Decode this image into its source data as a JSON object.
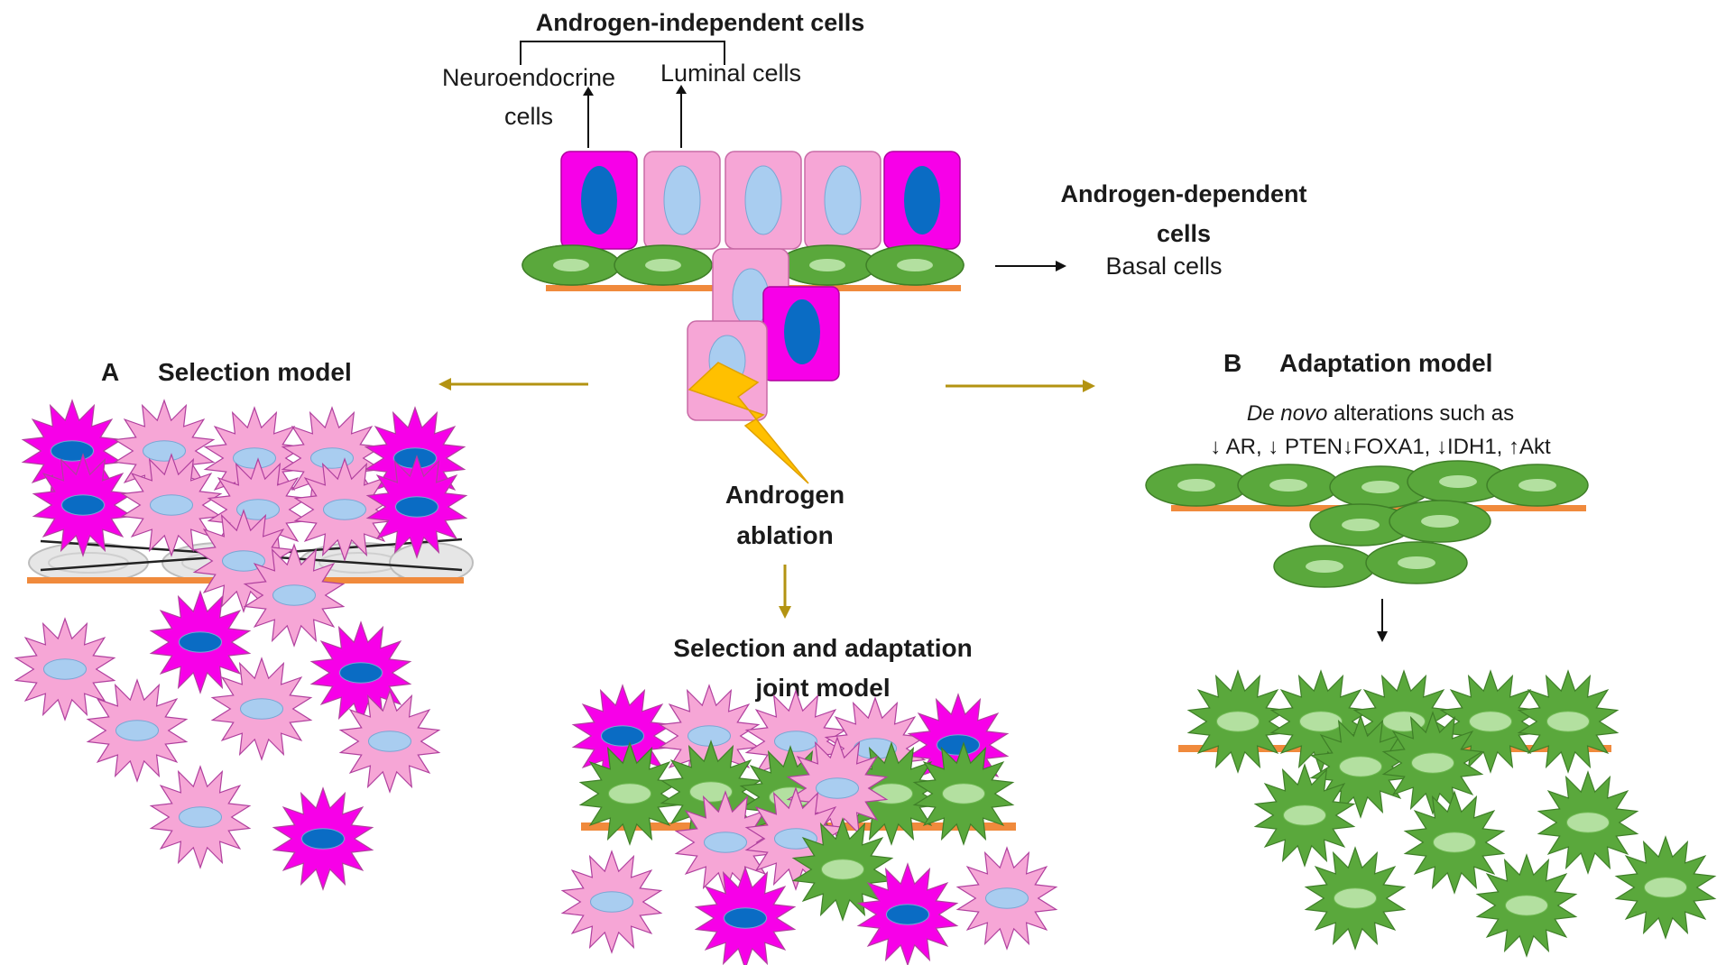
{
  "labels": {
    "androgen_independent": "Androgen-independent cells",
    "neuroendocrine_1": "Neuroendocrine",
    "neuroendocrine_2": "cells",
    "luminal": "Luminal cells",
    "androgen_dependent_1": "Androgen-dependent",
    "androgen_dependent_2": "cells",
    "basal": "Basal cells",
    "selection_letter": "A",
    "selection_title": "Selection model",
    "adaptation_letter": "B",
    "adaptation_title": "Adaptation model",
    "de_novo_italic": "De novo",
    "de_novo_rest": " alterations such as",
    "alterations": "↓ AR, ↓ PTEN↓FOXA1, ↓IDH1, ↑Akt",
    "ablation_1": "Androgen",
    "ablation_2": "ablation",
    "joint_1": "Selection and adaptation",
    "joint_2": "joint model"
  },
  "colors": {
    "magenta": "#f700e8",
    "pink": "#f6a6d6",
    "nucleus_dark": "#0a6cc4",
    "nucleus_light": "#a9cdf0",
    "green": "#5aa83c",
    "green_light": "#b3e0a0",
    "membrane": "#f08a3c",
    "arrow_gold": "#b39312",
    "bolt": "#ffc000"
  }
}
